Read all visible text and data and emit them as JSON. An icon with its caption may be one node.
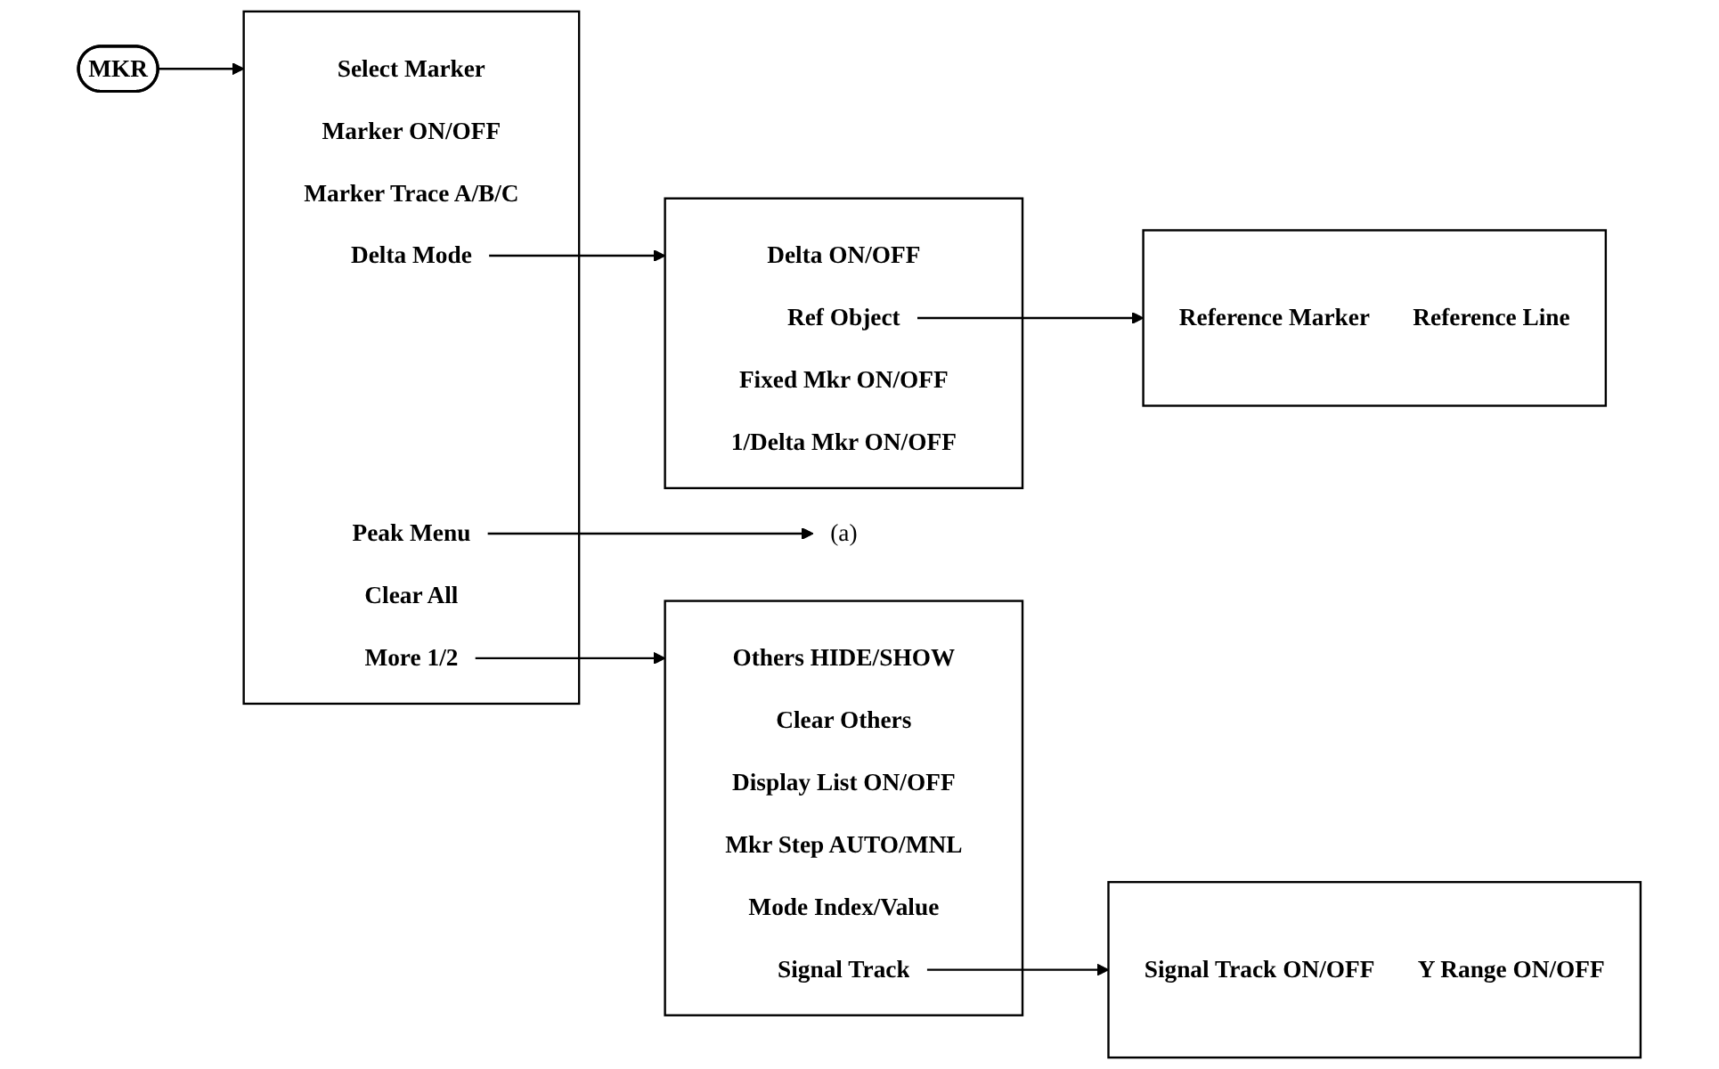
{
  "diagram": {
    "nodes": [
      {
        "text": [
          "MKR"
        ]
      },
      {
        "text": [],
        "shape": "bracket"
      },
      {
        "text": [
          "Select Marker"
        ],
        "in": 1
      },
      {
        "text": [
          "Marker ON/OFF"
        ],
        "in": 1
      },
      {
        "text": [
          "Marker Trace A/B/C"
        ],
        "in": 1
      },
      {
        "text": [
          "Delta Mode"
        ],
        "in": 1
      },
      {
        "text": [
          "Peak Menu"
        ],
        "in": 1
      },
      {
        "text": [
          "Clear All"
        ],
        "in": 1
      },
      {
        "text": [
          "More 1/2"
        ],
        "in": 1
      },
      {
        "text": [],
        "shape": "bracket"
      },
      {
        "text": [
          "Delta ON/OFF"
        ],
        "in": 9
      },
      {
        "text": [
          "Ref Object"
        ],
        "in": 9
      },
      {
        "text": [
          "Fixed Mkr ON/OFF"
        ],
        "in": 9
      },
      {
        "text": [
          "1/Delta Mkr ON/OFF"
        ],
        "in": 9
      },
      {
        "text": [
          "(a)"
        ]
      },
      {
        "text": [],
        "shape": "bracket"
      },
      {
        "text": [
          "Reference Marker"
        ],
        "in": 15
      },
      {
        "text": [
          "Reference Line"
        ],
        "in": 15
      },
      {
        "text": [],
        "shape": "bracket"
      },
      {
        "text": [
          "Others HIDE/SHOW"
        ],
        "in": 18
      },
      {
        "text": [
          "Clear Others"
        ],
        "in": 18
      },
      {
        "text": [
          "Display List ON/OFF"
        ],
        "in": 18
      },
      {
        "text": [
          "Mkr Step AUTO/MNL"
        ],
        "in": 18
      },
      {
        "text": [
          "Mode Index/Value"
        ],
        "in": 18
      },
      {
        "text": [
          "Signal Track"
        ],
        "in": 18
      },
      {
        "text": [],
        "shape": "bracket"
      },
      {
        "text": [
          "Signal Track ON/OFF"
        ],
        "in": 25
      },
      {
        "text": [
          "Y Range ON/OFF"
        ],
        "in": 25
      }
    ],
    "edges": [
      {
        "from": 0,
        "to": 1,
        "arrow": "to"
      },
      {
        "from": 5,
        "to": 9,
        "arrow": "to"
      },
      {
        "from": 6,
        "to": 14,
        "arrow": "to"
      },
      {
        "from": 11,
        "to": 15,
        "arrow": "to"
      },
      {
        "from": 8,
        "to": 18,
        "arrow": "to"
      },
      {
        "from": 24,
        "to": 25,
        "arrow": "to"
      }
    ]
  }
}
